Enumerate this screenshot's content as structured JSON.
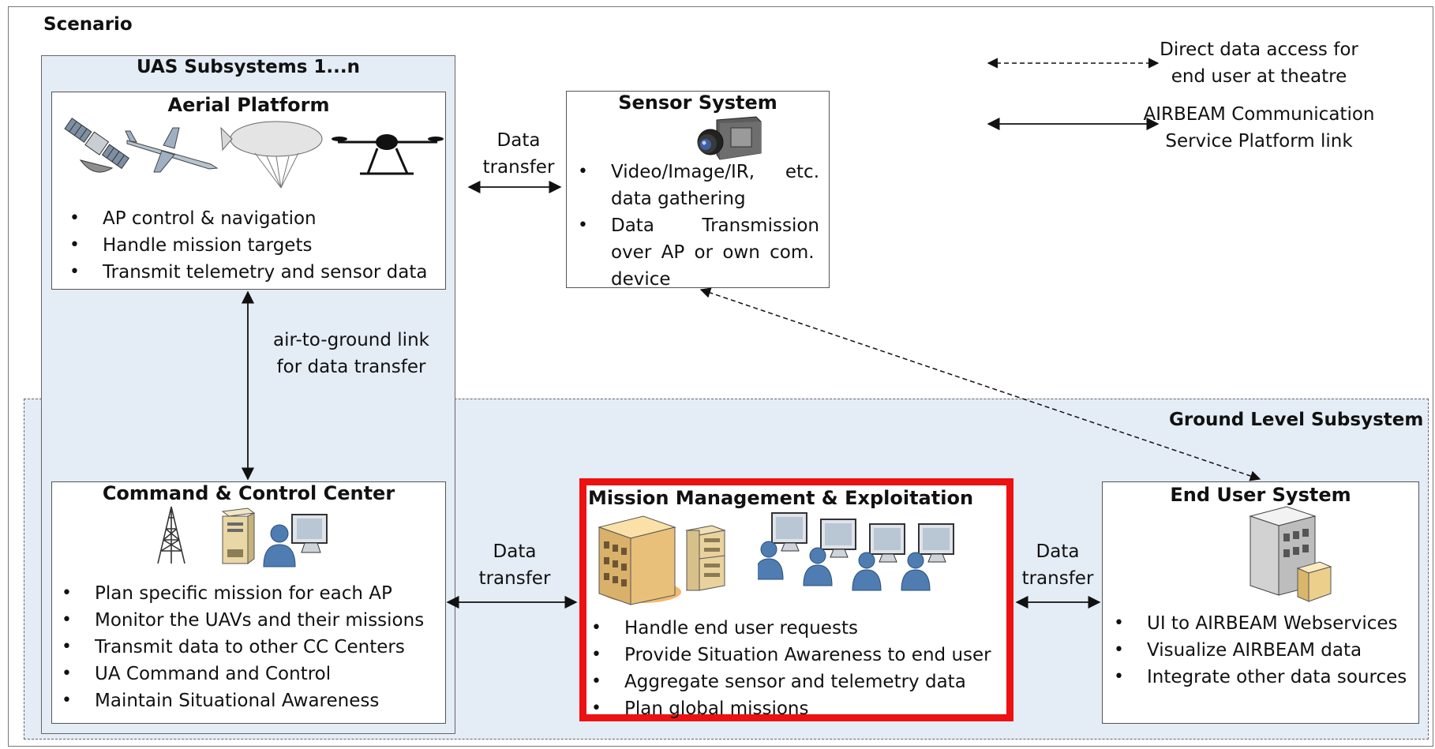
{
  "scenario_label": "Scenario",
  "uas": {
    "title": "UAS Subsystems 1...n",
    "aerial": {
      "title": "Aerial Platform",
      "items": [
        "AP control & navigation",
        "Handle mission targets",
        "Transmit telemetry and sensor data"
      ]
    },
    "link": [
      "air-to-ground link",
      "for data transfer"
    ],
    "ccc": {
      "title": "Command & Control Center",
      "items": [
        "Plan specific mission for each AP",
        "Monitor the UAVs and their missions",
        "Transmit data to other CC Centers",
        "UA Command and Control",
        "Maintain Situational Awareness"
      ]
    }
  },
  "sensor": {
    "title": "Sensor System",
    "items": [
      {
        "a": "Video/Image/IR,",
        "b": "etc.",
        "c": "data gathering"
      },
      {
        "a": "Data",
        "b": "Transmission",
        "c": "over AP or own com.",
        "d": "device"
      }
    ]
  },
  "ground": {
    "title": "Ground Level Subsystem",
    "mme": {
      "title": "Mission Management & Exploitation",
      "items": [
        "Handle end user requests",
        "Provide Situation Awareness to end user",
        "Aggregate sensor and telemetry data",
        "Plan global missions"
      ]
    },
    "eus": {
      "title": "End User System",
      "items": [
        "UI to AIRBEAM Webservices",
        "Visualize AIRBEAM data",
        "Integrate other data sources"
      ]
    }
  },
  "data_transfer": [
    "Data",
    "transfer"
  ],
  "legend": {
    "dashed": [
      "Direct data access for",
      "end user at theatre"
    ],
    "solid": [
      "AIRBEAM Communication",
      "Service Platform link"
    ]
  },
  "colors": {
    "panel_fill": "#e4ecf6",
    "highlight": "#ee1111",
    "line": "#222222"
  },
  "icons": [
    "satellite-icon",
    "drone-plane-icon",
    "blimp-icon",
    "quadcopter-icon",
    "camera-icon",
    "antenna-tower-icon",
    "server-icon",
    "user-computer-icon",
    "building-icon",
    "server-rack-icon",
    "user-workstations-icon",
    "office-building-icon"
  ]
}
